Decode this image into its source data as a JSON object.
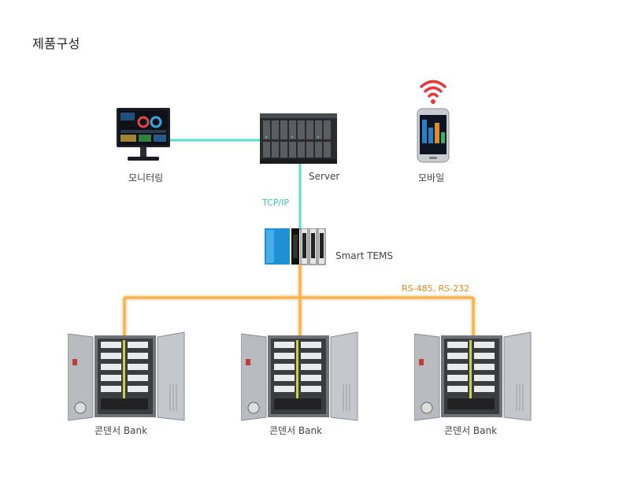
{
  "page": {
    "title": "제품구성"
  },
  "nodes": {
    "monitor": {
      "label": "모니터링",
      "icon": "monitor-icon"
    },
    "server": {
      "label": "Server",
      "icon": "server-rack-icon"
    },
    "mobile": {
      "label": "모바일",
      "icon": "smartphone-icon"
    },
    "tems": {
      "label": "Smart TEMS",
      "icon": "controller-module-icon"
    },
    "banks": [
      {
        "label": "콘덴서 Bank",
        "icon": "capacitor-cabinet-icon"
      },
      {
        "label": "콘덴서 Bank",
        "icon": "capacitor-cabinet-icon"
      },
      {
        "label": "콘덴서 Bank",
        "icon": "capacitor-cabinet-icon"
      }
    ]
  },
  "links": {
    "tcp": {
      "label": "TCP/IP",
      "color": "#3fd3b4"
    },
    "serial": {
      "label": "RS-485, RS-232",
      "color": "#f2a33a"
    }
  }
}
